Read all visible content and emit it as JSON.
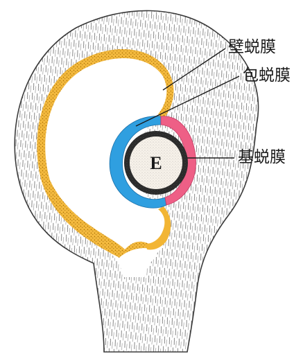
{
  "labels": {
    "decidua_parietalis": "壁蜕膜",
    "decidua_capsularis": "包蜕膜",
    "decidua_basalis": "基蜕膜",
    "embryo": "E"
  },
  "colors": {
    "wall_outline": "#3a3a3a",
    "hatch": "#555555",
    "parietal_layer": "#f2b534",
    "capsular_layer": "#2f9fe0",
    "basal_layer": "#ee5f86",
    "embryo_fill": "#f7f2ea",
    "background": "#ffffff"
  }
}
